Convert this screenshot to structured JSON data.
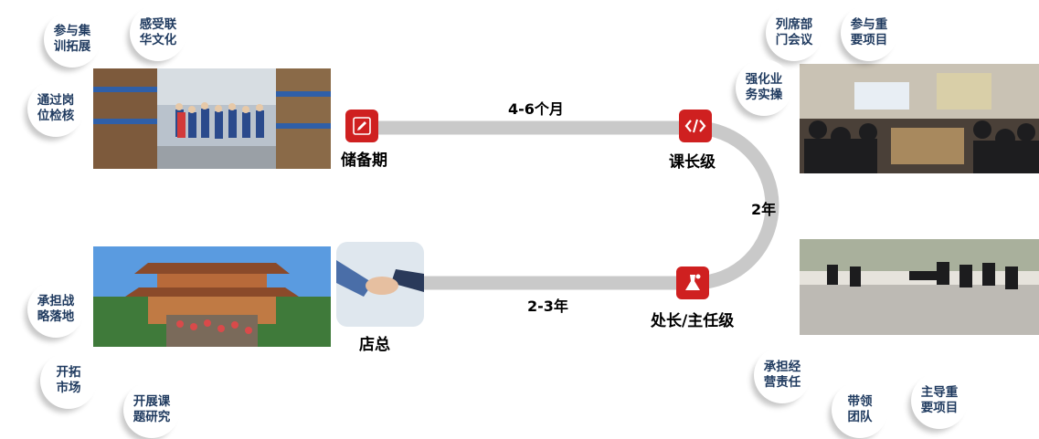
{
  "stages": {
    "reserve": "储备期",
    "section_chief": "课长级",
    "director": "处长/主任级",
    "store_manager": "店总"
  },
  "durations": {
    "reserve_to_chief": "4-6个月",
    "chief_to_director": "2年",
    "director_to_store": "2-3年"
  },
  "bubbles": {
    "training": "参与集\n训拓展",
    "culture": "感受联\n华文化",
    "post_check": "通过岗\n位检核",
    "dept_meeting": "列席部\n门会议",
    "key_project": "参与重\n要项目",
    "strengthen": "强化业\n务实操",
    "strategy": "承担战\n略落地",
    "market": "开拓\n市场",
    "research": "开展课\n题研究",
    "operation": "承担经\n营责任",
    "team": "带领\n团队",
    "lead_project": "主导重\n要项目"
  },
  "colors": {
    "track": "#c9c9c9",
    "icon_red": "#cf2020",
    "bubble_text": "#1f3a5f"
  },
  "icons": {
    "reserve": "pencil-icon",
    "section_chief": "code-icon",
    "director": "flask-icon",
    "store_manager": "handshake-icon"
  }
}
